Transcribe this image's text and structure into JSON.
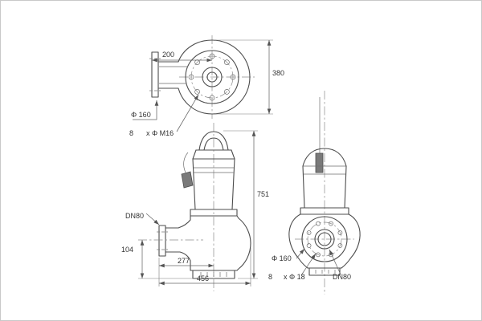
{
  "colors": {
    "line": "#4d4d4d",
    "text": "#333333",
    "background": "#ffffff"
  },
  "top_view": {
    "dim_flange_to_axis": "200",
    "dim_overall": "380",
    "flange_diameter": "Φ 160",
    "bolt_count": "8",
    "bolt_spec": "x Φ M16"
  },
  "side_view": {
    "dim_total_height": "751",
    "discharge_label": "DN80",
    "dim_discharge_height": "104",
    "dim_flange_to_axis": "277",
    "dim_overall_length": "456"
  },
  "front_view": {
    "flange_diameter": "Φ 160",
    "bolt_count": "8",
    "bolt_spec": "x Φ 18",
    "discharge_label": "DN80"
  }
}
